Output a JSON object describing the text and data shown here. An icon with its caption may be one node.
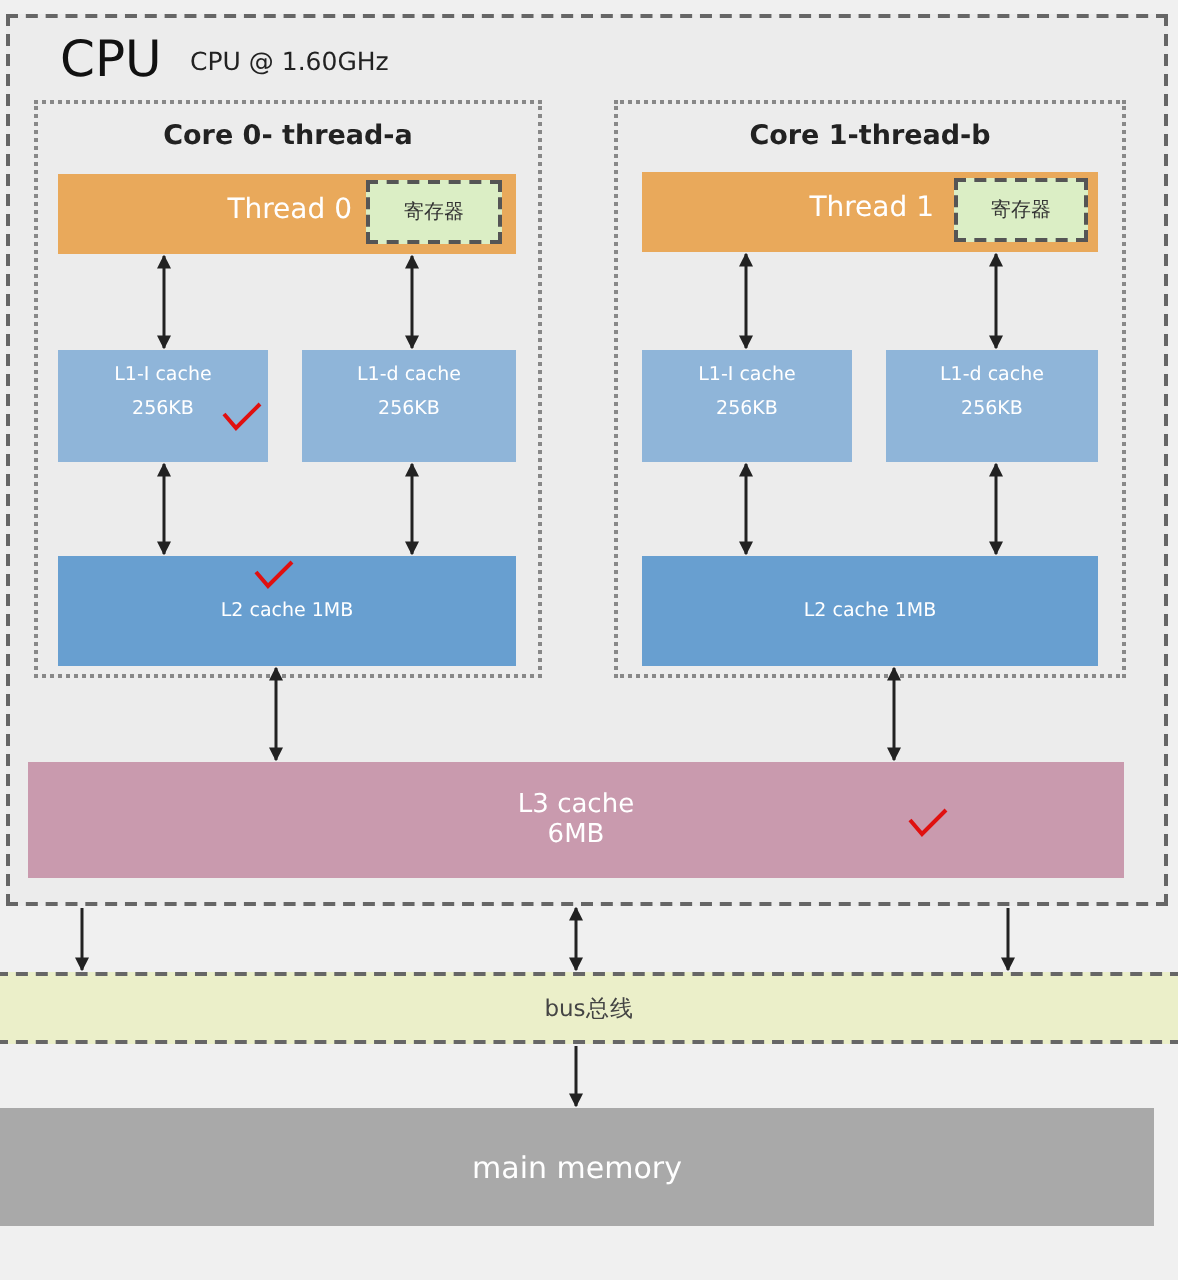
{
  "diagram": {
    "nodes": [
      {
        "text": [
          "CPU",
          "CPU @ 1.60GHz"
        ]
      },
      {
        "text": [
          "Core 0- thread-a"
        ],
        "in": 0
      },
      {
        "text": [
          "Thread 0"
        ],
        "in": 1
      },
      {
        "text": [
          "寄存器"
        ],
        "in": 2
      },
      {
        "text": [
          "L1-I cache 256KB"
        ],
        "in": 1
      },
      {
        "text": [
          "L1-d cache 256KB"
        ],
        "in": 1
      },
      {
        "text": [
          "L2 cache 1MB"
        ],
        "in": 1
      },
      {
        "text": [
          "Core 1-thread-b"
        ],
        "in": 0
      },
      {
        "text": [
          "Thread 1"
        ],
        "in": 7
      },
      {
        "text": [
          "寄存器"
        ],
        "in": 8
      },
      {
        "text": [
          "L1-I cache 256KB"
        ],
        "in": 7
      },
      {
        "text": [
          "L1-d cache 256KB"
        ],
        "in": 7
      },
      {
        "text": [
          "L2 cache 1MB"
        ],
        "in": 7
      },
      {
        "text": [
          "L3 cache 6MB"
        ],
        "in": 0
      },
      {
        "text": [
          "bus总线"
        ]
      },
      {
        "text": [
          "main memory"
        ]
      }
    ],
    "edges": [
      {
        "from": 2,
        "to": 4,
        "arrow": "both"
      },
      {
        "from": 2,
        "to": 5,
        "arrow": "both"
      },
      {
        "from": 4,
        "to": 6,
        "arrow": "both"
      },
      {
        "from": 5,
        "to": 6,
        "arrow": "both"
      },
      {
        "from": 8,
        "to": 10,
        "arrow": "both"
      },
      {
        "from": 8,
        "to": 11,
        "arrow": "both"
      },
      {
        "from": 10,
        "to": 12,
        "arrow": "both"
      },
      {
        "from": 11,
        "to": 12,
        "arrow": "both"
      },
      {
        "from": 6,
        "to": 13,
        "arrow": "both"
      },
      {
        "from": 12,
        "to": 13,
        "arrow": "both"
      },
      {
        "from": 0,
        "to": 14,
        "arrow": "to"
      },
      {
        "from": 0,
        "to": 14,
        "arrow": "both"
      },
      {
        "from": 0,
        "to": 14,
        "arrow": "to"
      },
      {
        "from": 14,
        "to": 15,
        "arrow": "to"
      }
    ]
  }
}
